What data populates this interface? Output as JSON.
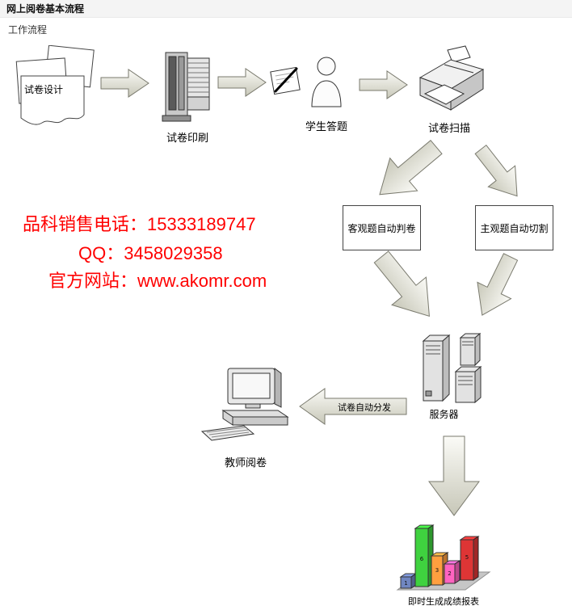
{
  "page": {
    "title": "网上阅卷基本流程",
    "subtitle": "工作流程"
  },
  "contact": {
    "phone": "品科销售电话：15333189747",
    "qq": "QQ：3458029358",
    "website": "官方网站：www.akomr.com",
    "text_color": "#ff0000"
  },
  "flow": {
    "nodes": {
      "design": {
        "label": "试卷设计"
      },
      "print": {
        "label": "试卷印刷"
      },
      "answer": {
        "label": "学生答题"
      },
      "scan": {
        "label": "试卷扫描"
      },
      "objective": {
        "label": "客观题自动判卷"
      },
      "subjective": {
        "label": "主观题自动切割"
      },
      "server": {
        "label": "服务器"
      },
      "teacher": {
        "label": "教师阅卷"
      },
      "report": {
        "label": "即时生成成绩报表"
      }
    },
    "arrows": {
      "distribute_label": "试卷自动分发"
    }
  },
  "chart_data": {
    "type": "bar",
    "values": [
      1,
      6,
      3,
      2,
      5
    ],
    "value_labels_on_bars": true,
    "title": "即时生成成绩报表",
    "colors": [
      "#7086c0",
      "#3fd23f",
      "#ff9f3f",
      "#ff63c0",
      "#de3535"
    ],
    "style": "3d-bar-icon",
    "legend": false
  }
}
